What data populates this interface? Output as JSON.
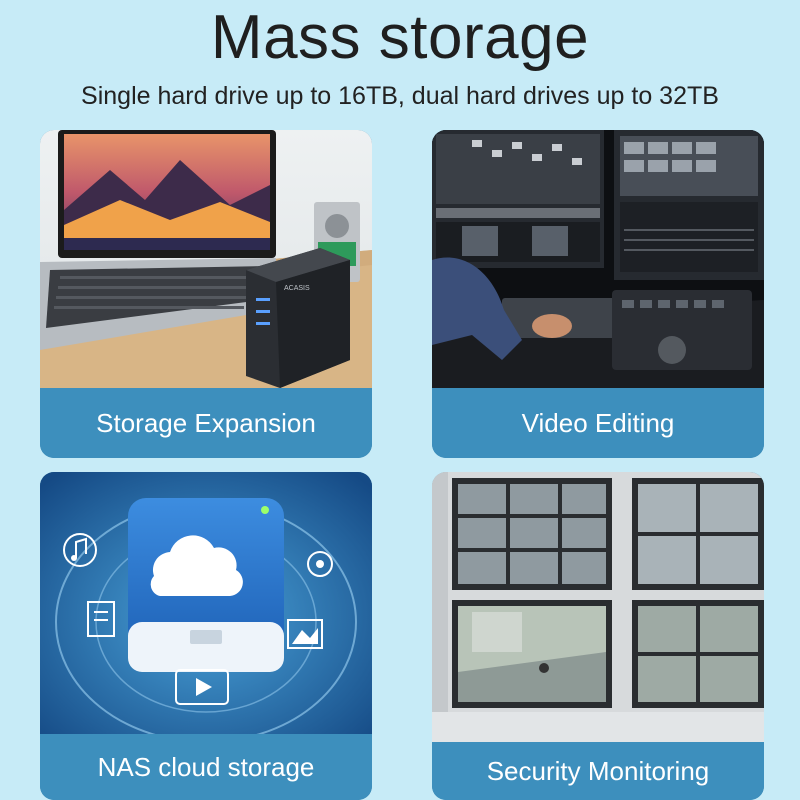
{
  "header": {
    "title": "Mass storage",
    "subtitle": "Single hard drive up to 16TB, dual hard drives up to 32TB"
  },
  "cards": [
    {
      "label": "Storage Expansion",
      "device_brand": "ACASIS"
    },
    {
      "label": "Video Editing"
    },
    {
      "label": "NAS cloud storage"
    },
    {
      "label": "Security Monitoring"
    }
  ],
  "colors": {
    "background": "#c7ebf7",
    "band": "#3d8fbd",
    "nas_bg": "#1f5a92"
  }
}
